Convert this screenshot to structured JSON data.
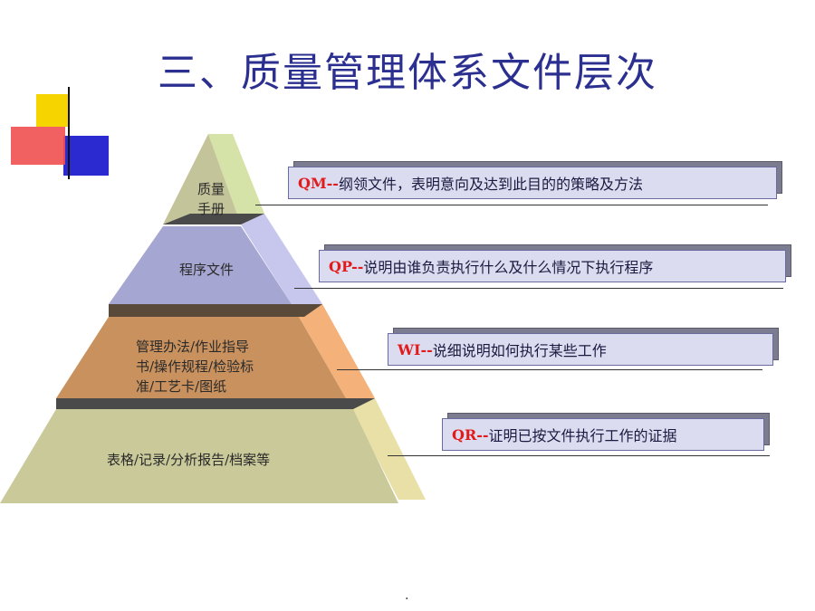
{
  "title": "三、质量管理体系文件层次",
  "tiers": [
    {
      "line1": "质量",
      "line2": "手册"
    },
    {
      "label": "程序文件"
    },
    {
      "line1": "管理办法/作业指导",
      "line2": "书/操作规程/检验标",
      "line3": "准/工艺卡/图纸"
    },
    {
      "label": "表格/记录/分析报告/档案等"
    }
  ],
  "callouts": [
    {
      "code": "QM--",
      "text": "纲领文件，表明意向及达到此目的的策略及方法"
    },
    {
      "code": "QP--",
      "text": "说明由谁负责执行什么及什么情况下执行程序"
    },
    {
      "code": "WI--",
      "text": "说细说明如何执行某些工作"
    },
    {
      "code": "QR--",
      "text": "证明已按文件执行工作的证据"
    }
  ],
  "footer_dot": ".",
  "colors": {
    "title": "#2b2f8f",
    "code": "#e21a1a",
    "tier1": "#c4c49a",
    "tier2": "#a6a6d2",
    "tier3": "#c8915e",
    "tier4": "#c9c99a",
    "callout_bg": "#dcdcf0"
  }
}
